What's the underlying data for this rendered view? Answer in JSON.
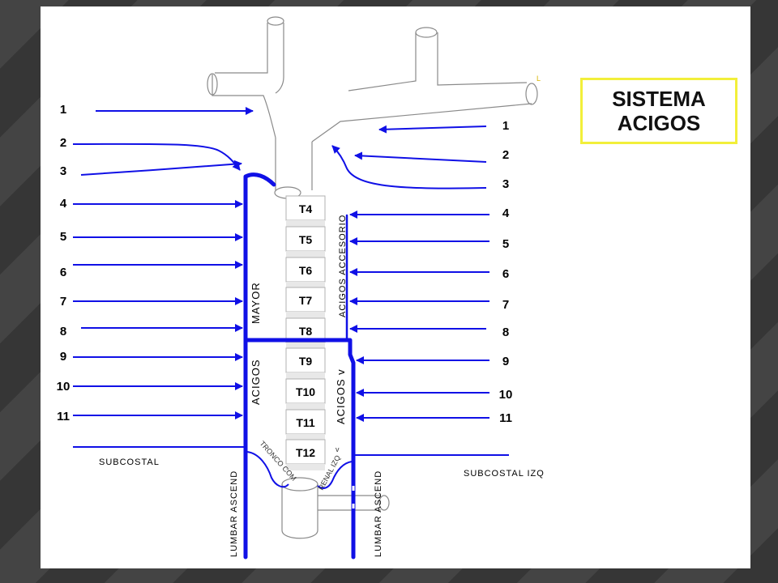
{
  "title": [
    "SISTEMA",
    "ACIGOS"
  ],
  "vertebrae": [
    "T4",
    "T5",
    "T6",
    "T7",
    "T8",
    "T9",
    "T10",
    "T11",
    "T12"
  ],
  "left_numbers": [
    "1",
    "2",
    "3",
    "4",
    "5",
    "6",
    "7",
    "8",
    "9",
    "10",
    "11"
  ],
  "right_numbers": [
    "1",
    "2",
    "3",
    "4",
    "5",
    "6",
    "7",
    "8",
    "9",
    "10",
    "11"
  ],
  "labels": {
    "mayor": "MAYOR",
    "acigos_left": "ACIGOS",
    "acigos_accesorio": "ACIGOS ACCESORIO",
    "acigos_menor": "ACIGOS v",
    "subcostal_left": "SUBCOSTAL",
    "subcostal_right": "SUBCOSTAL  IZQ",
    "lumbar_left": "LUMBAR ASCEND",
    "lumbar_right": "LUMBAR ASCEND",
    "small_left": "TRONCO COM",
    "small_right": "RENAL IZQ",
    "tick_l": "L",
    "tick_v": "v"
  },
  "colors": {
    "vein": "#1010e6",
    "outline": "#888888",
    "title_border": "#f2ef3a"
  }
}
